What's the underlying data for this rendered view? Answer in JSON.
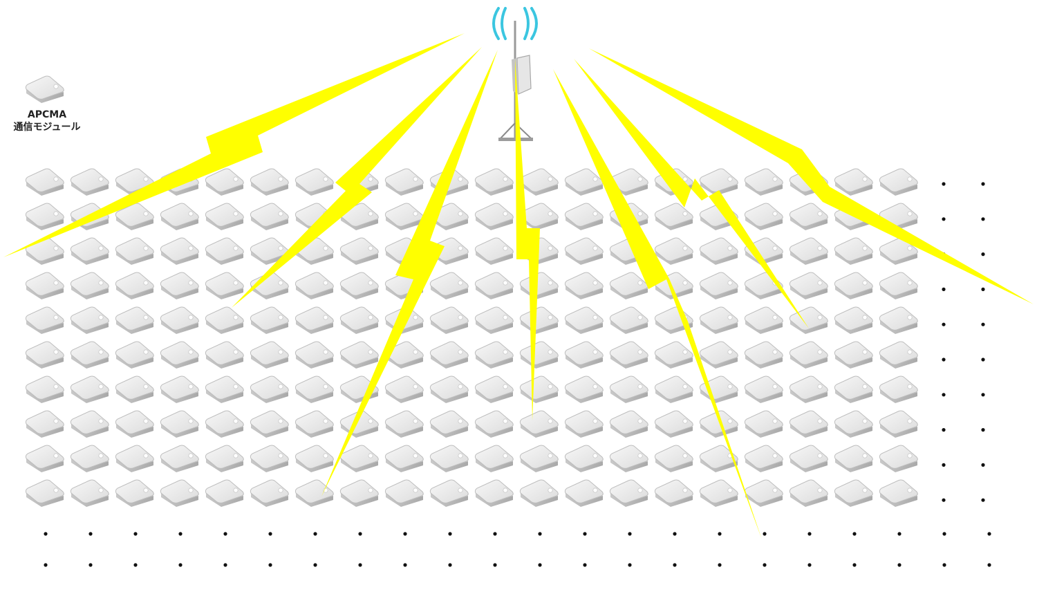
{
  "legend": {
    "line1": "APCMA",
    "line2": "通信モジュール"
  },
  "colors": {
    "bolt": "#FFFF00",
    "module_top": "#ececec",
    "module_side": "#b9b9b9",
    "signal_waves": "#3bc6e0",
    "dot": "#111111"
  },
  "icons": {
    "module": "communication-module-icon",
    "tower": "antenna-tower-icon",
    "bolt": "lightning-bolt-icon"
  },
  "grid": {
    "rows": 10,
    "columns": 20,
    "continuation_dot_rows": 2,
    "continuation_dot_columns": 2
  }
}
